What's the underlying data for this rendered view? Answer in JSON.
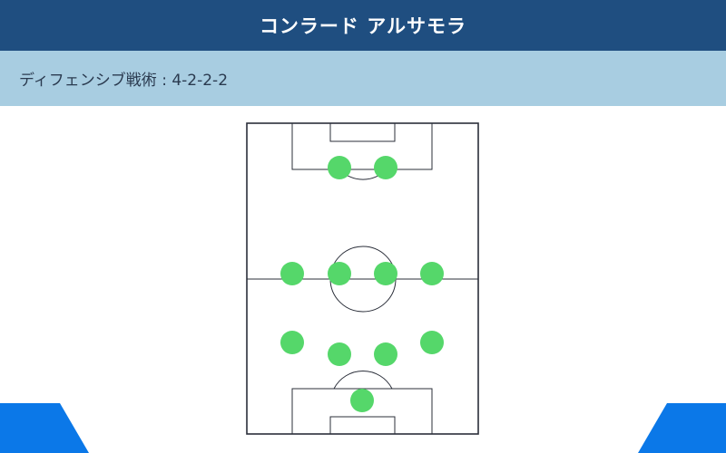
{
  "header": {
    "title": "コンラード アルサモラ"
  },
  "formation_bar": {
    "text": "ディフェンシブ戦術 : 4-2-2-2"
  },
  "colors": {
    "header_bg": "#1f4e80",
    "subheader_bg": "#a8cde1",
    "player_dot": "#55d76a",
    "pitch_line": "#2b2f3a",
    "corner_accent": "#0b78e8"
  },
  "pitch": {
    "formation": "4-2-2-2",
    "players": [
      {
        "role": "forward-left"
      },
      {
        "role": "forward-right"
      },
      {
        "role": "attacking-mid-1"
      },
      {
        "role": "attacking-mid-2"
      },
      {
        "role": "attacking-mid-3"
      },
      {
        "role": "attacking-mid-4"
      },
      {
        "role": "defender-left"
      },
      {
        "role": "defender-center-left"
      },
      {
        "role": "defender-center-right"
      },
      {
        "role": "defender-right"
      },
      {
        "role": "goalkeeper"
      }
    ]
  }
}
